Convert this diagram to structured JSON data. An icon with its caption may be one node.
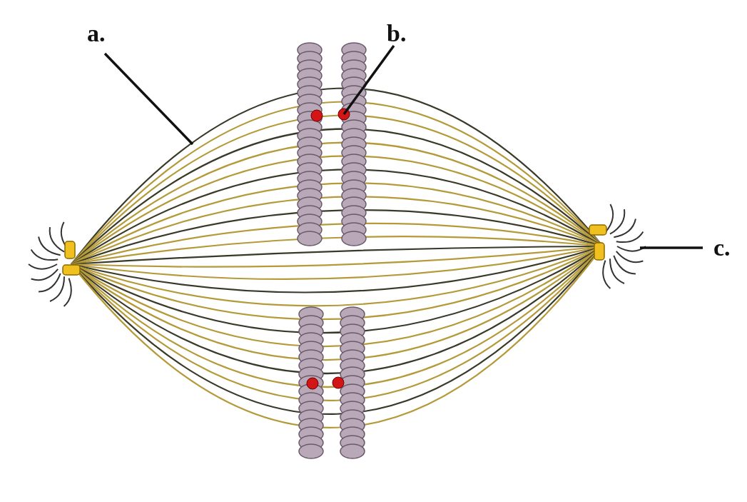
{
  "diagram": {
    "nodes": [
      {
        "text": [
          "a."
        ]
      },
      {
        "text": [
          "b."
        ]
      },
      {
        "text": [
          "c."
        ]
      }
    ],
    "edges": [
      {
        "from": 0,
        "to": null,
        "arrow": "none"
      },
      {
        "from": 1,
        "to": null,
        "arrow": "none"
      },
      {
        "from": 2,
        "to": null,
        "arrow": "none"
      }
    ]
  }
}
